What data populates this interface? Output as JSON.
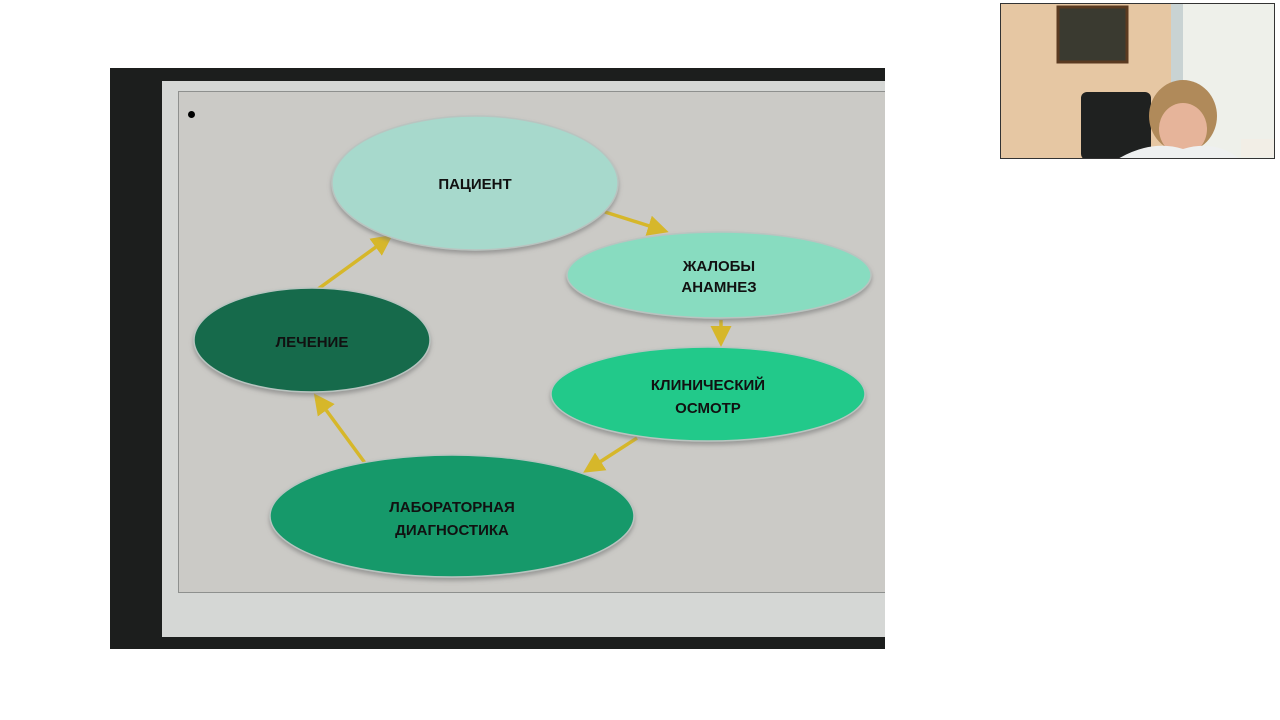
{
  "slide": {
    "nodes": {
      "patient": [
        "ПАЦИЕНТ"
      ],
      "complaints": [
        "ЖАЛОБЫ",
        "АНАМНЕЗ"
      ],
      "exam": [
        "КЛИНИЧЕСКИЙ",
        "ОСМОТР"
      ],
      "lab": [
        "ЛАБОРАТОРНАЯ",
        "ДИАГНОСТИКА"
      ],
      "treatment": [
        "ЛЕЧЕНИЕ"
      ]
    },
    "colors": {
      "patient": "#a7d9cc",
      "complaints": "#88dcc0",
      "exam": "#20c98a",
      "lab": "#14996a",
      "treatment": "#126b4c",
      "arrow": "#d6b72a"
    }
  },
  "webcam": {
    "participant_video": "speaker-video"
  }
}
